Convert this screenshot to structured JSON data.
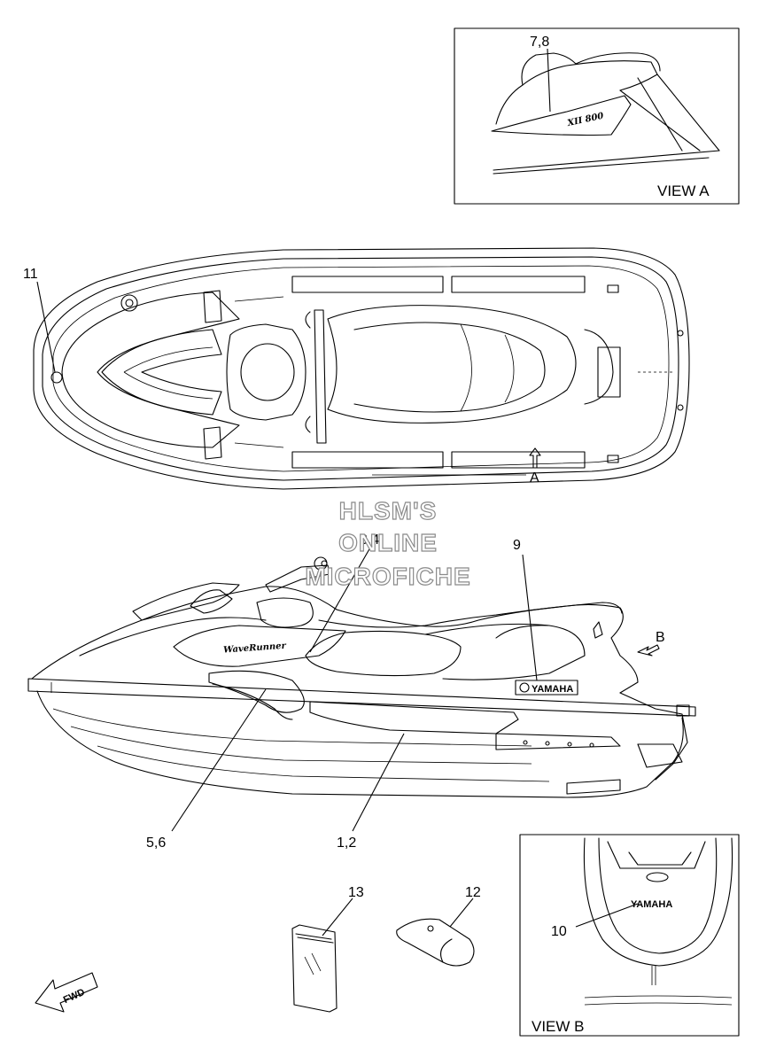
{
  "callouts": {
    "c78": "7,8",
    "c11": "11",
    "c34": "3,4",
    "c9": "9",
    "c56": "5,6",
    "c12": "1,2",
    "c13": "13",
    "c12b": "12",
    "c10": "10"
  },
  "views": {
    "view_a": "VIEW A",
    "view_b": "VIEW B",
    "arrow_a": "A",
    "arrow_b": "B"
  },
  "watermark": [
    "HLSM'S",
    "ONLINE",
    "MICROFICHE"
  ],
  "decals": {
    "model": "XII 800",
    "waverunner": "WaveRunner",
    "brand_side": "YAMAHA",
    "brand_rear": "YAMAHA"
  },
  "fwd_label": "FWD"
}
